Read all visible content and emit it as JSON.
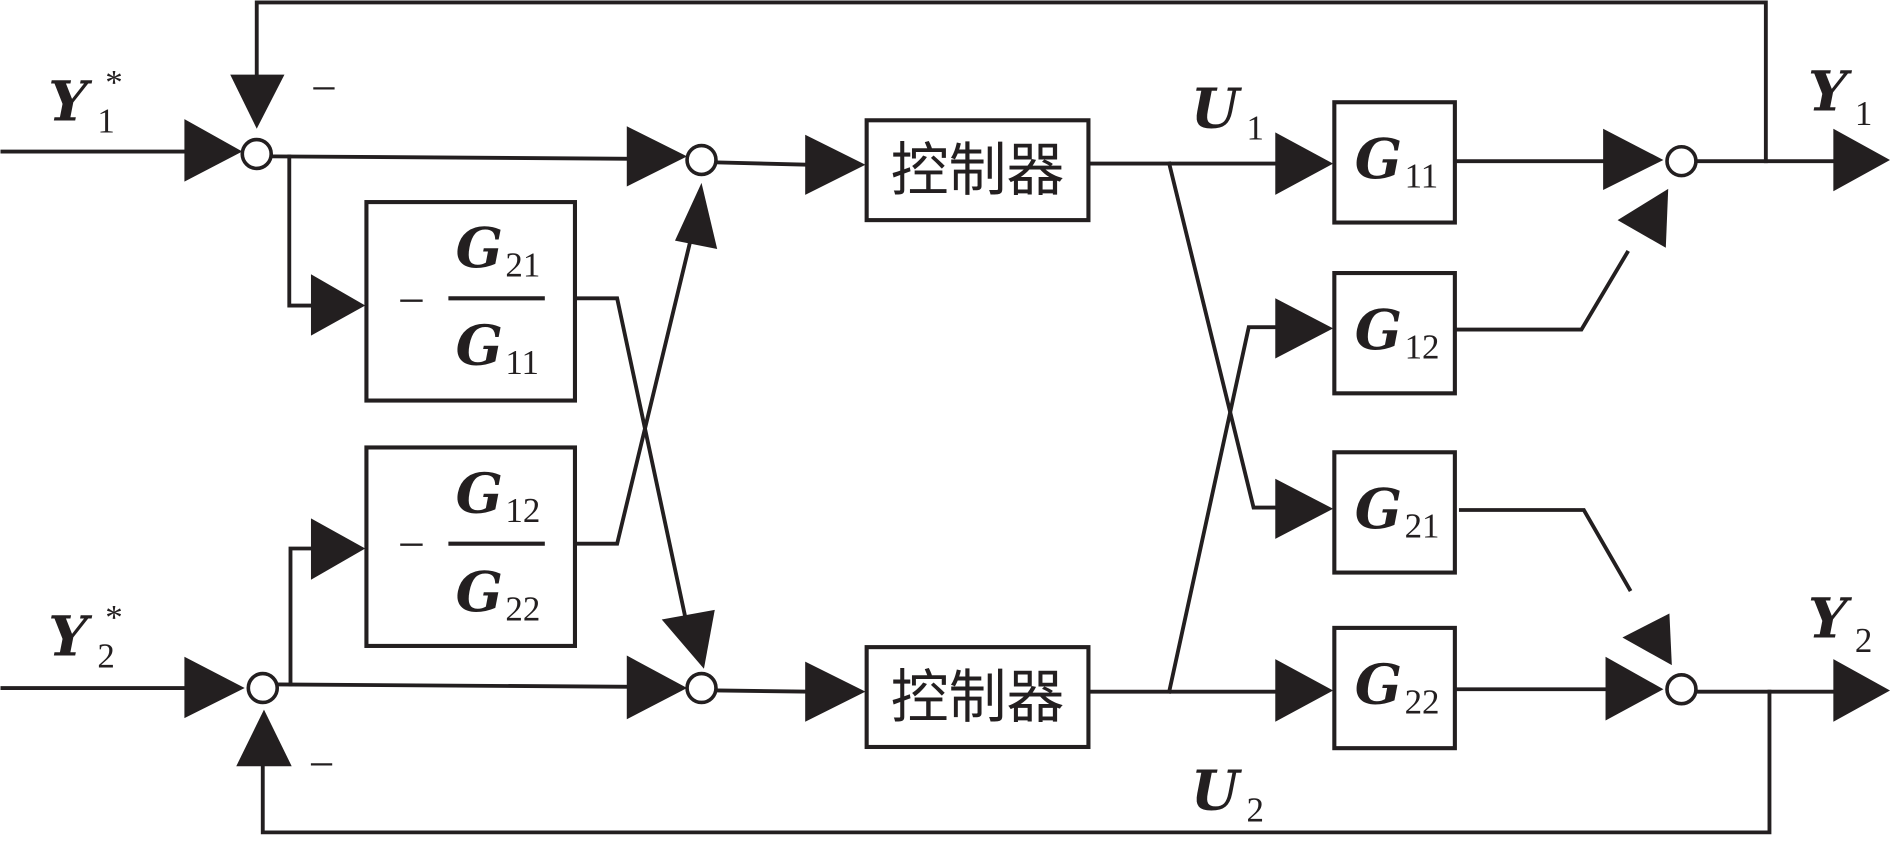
{
  "diagram": {
    "type": "block-diagram",
    "description": "Two-input two-output decoupling feedforward control system",
    "inputs": [
      {
        "id": "Y1star",
        "symbol": "Y",
        "subscript": "1",
        "superscript": "*"
      },
      {
        "id": "Y2star",
        "symbol": "Y",
        "subscript": "2",
        "superscript": "*"
      }
    ],
    "outputs": [
      {
        "id": "Y1",
        "symbol": "Y",
        "subscript": "1"
      },
      {
        "id": "Y2",
        "symbol": "Y",
        "subscript": "2"
      }
    ],
    "signals": [
      {
        "id": "U1",
        "symbol": "U",
        "subscript": "1"
      },
      {
        "id": "U2",
        "symbol": "U",
        "subscript": "2"
      }
    ],
    "feedback_signs": {
      "top": "−",
      "bottom": "−"
    },
    "decouplers": [
      {
        "id": "D21",
        "sign": "−",
        "numerator": {
          "symbol": "G",
          "subscript": "21"
        },
        "denominator": {
          "symbol": "G",
          "subscript": "11"
        }
      },
      {
        "id": "D12",
        "sign": "−",
        "numerator": {
          "symbol": "G",
          "subscript": "12"
        },
        "denominator": {
          "symbol": "G",
          "subscript": "22"
        }
      }
    ],
    "controllers": [
      {
        "id": "C1",
        "label": "控制器"
      },
      {
        "id": "C2",
        "label": "控制器"
      }
    ],
    "plant": [
      {
        "id": "G11",
        "symbol": "G",
        "subscript": "11"
      },
      {
        "id": "G12",
        "symbol": "G",
        "subscript": "12"
      },
      {
        "id": "G21",
        "symbol": "G",
        "subscript": "21"
      },
      {
        "id": "G22",
        "symbol": "G",
        "subscript": "22"
      }
    ],
    "connections": [
      {
        "from": "Y1star",
        "to": "sum-error-1"
      },
      {
        "from": "Y2star",
        "to": "sum-error-2"
      },
      {
        "from": "Y1",
        "to": "sum-error-1",
        "sign": "−"
      },
      {
        "from": "Y2",
        "to": "sum-error-2",
        "sign": "−"
      },
      {
        "from": "sum-error-1",
        "to": "sum-decouple-1"
      },
      {
        "from": "sum-error-1",
        "to": "D21"
      },
      {
        "from": "sum-error-2",
        "to": "sum-decouple-2"
      },
      {
        "from": "sum-error-2",
        "to": "D12"
      },
      {
        "from": "D21",
        "to": "sum-decouple-2"
      },
      {
        "from": "D12",
        "to": "sum-decouple-1"
      },
      {
        "from": "sum-decouple-1",
        "to": "C1"
      },
      {
        "from": "sum-decouple-2",
        "to": "C2"
      },
      {
        "from": "C1",
        "to": "G11",
        "signal": "U1"
      },
      {
        "from": "C1",
        "to": "G21",
        "signal": "U1"
      },
      {
        "from": "C2",
        "to": "G12",
        "signal": "U2"
      },
      {
        "from": "C2",
        "to": "G22",
        "signal": "U2"
      },
      {
        "from": "G11",
        "to": "sum-output-1"
      },
      {
        "from": "G12",
        "to": "sum-output-1"
      },
      {
        "from": "G21",
        "to": "sum-output-2"
      },
      {
        "from": "G22",
        "to": "sum-output-2"
      },
      {
        "from": "sum-output-1",
        "to": "Y1"
      },
      {
        "from": "sum-output-2",
        "to": "Y2"
      }
    ]
  }
}
